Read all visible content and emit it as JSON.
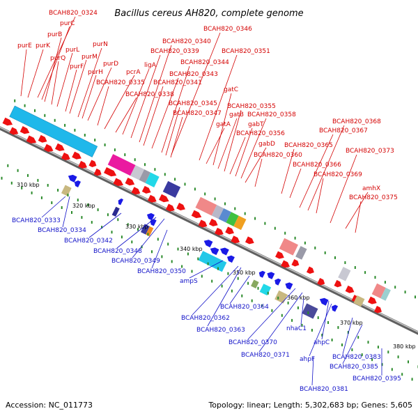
{
  "title": "Bacillus cereus AH820, complete genome",
  "footer": {
    "accession": "Accession: NC_011773",
    "topology": "Topology: linear; Length: 5,302,683 bp; Genes: 5,605"
  },
  "colors": {
    "forward_gene": "#ee1111",
    "reverse_gene": "#1a1ae6",
    "forward_label": "#d40000",
    "reverse_label": "#1010c8",
    "backbone": "#9a9a9a",
    "tick": "#2a8a2a"
  },
  "kbp_labels": [
    "310 kbp",
    "320 kbp",
    "330 kbp",
    "340 kbp",
    "350 kbp",
    "360 kbp",
    "370 kbp",
    "380 kbp"
  ],
  "forward_labels": [
    "BCAH820_0324",
    "purC",
    "purB",
    "purE",
    "purK",
    "purQ",
    "purL",
    "purF",
    "purM",
    "purN",
    "purH",
    "purD",
    "pcrA",
    "BCAH820_0335",
    "BCAH820_0338",
    "ligA",
    "BCAH820_0339",
    "BCAH820_0340",
    "BCAH820_0341",
    "BCAH820_0343",
    "BCAH820_0344",
    "BCAH820_0346",
    "BCAH820_0345",
    "BCAH820_0347",
    "gatA",
    "gatB",
    "gatC",
    "BCAH820_0351",
    "BCAH820_0355",
    "gabT",
    "BCAH820_0358",
    "BCAH820_0356",
    "gabD",
    "BCAH820_0360",
    "BCAH820_0365",
    "BCAH820_0366",
    "BCAH820_0367",
    "BCAH820_0368",
    "BCAH820_0369",
    "BCAH820_0373",
    "amhX",
    "BCAH820_0375"
  ],
  "reverse_labels": [
    "BCAH820_0333",
    "BCAH820_0334",
    "BCAH820_0342",
    "BCAH820_0348",
    "BCAH820_0349",
    "BCAH820_0350",
    "ampS",
    "BCAH820_0362",
    "BCAH820_0363",
    "BCAH820_0364",
    "BCAH820_0370",
    "BCAH820_0371",
    "nhaC1",
    "ahpF",
    "ahpC",
    "BCAH820_0381",
    "BCAH820_0383",
    "BCAH820_0385",
    "BCAH820_0395"
  ]
}
